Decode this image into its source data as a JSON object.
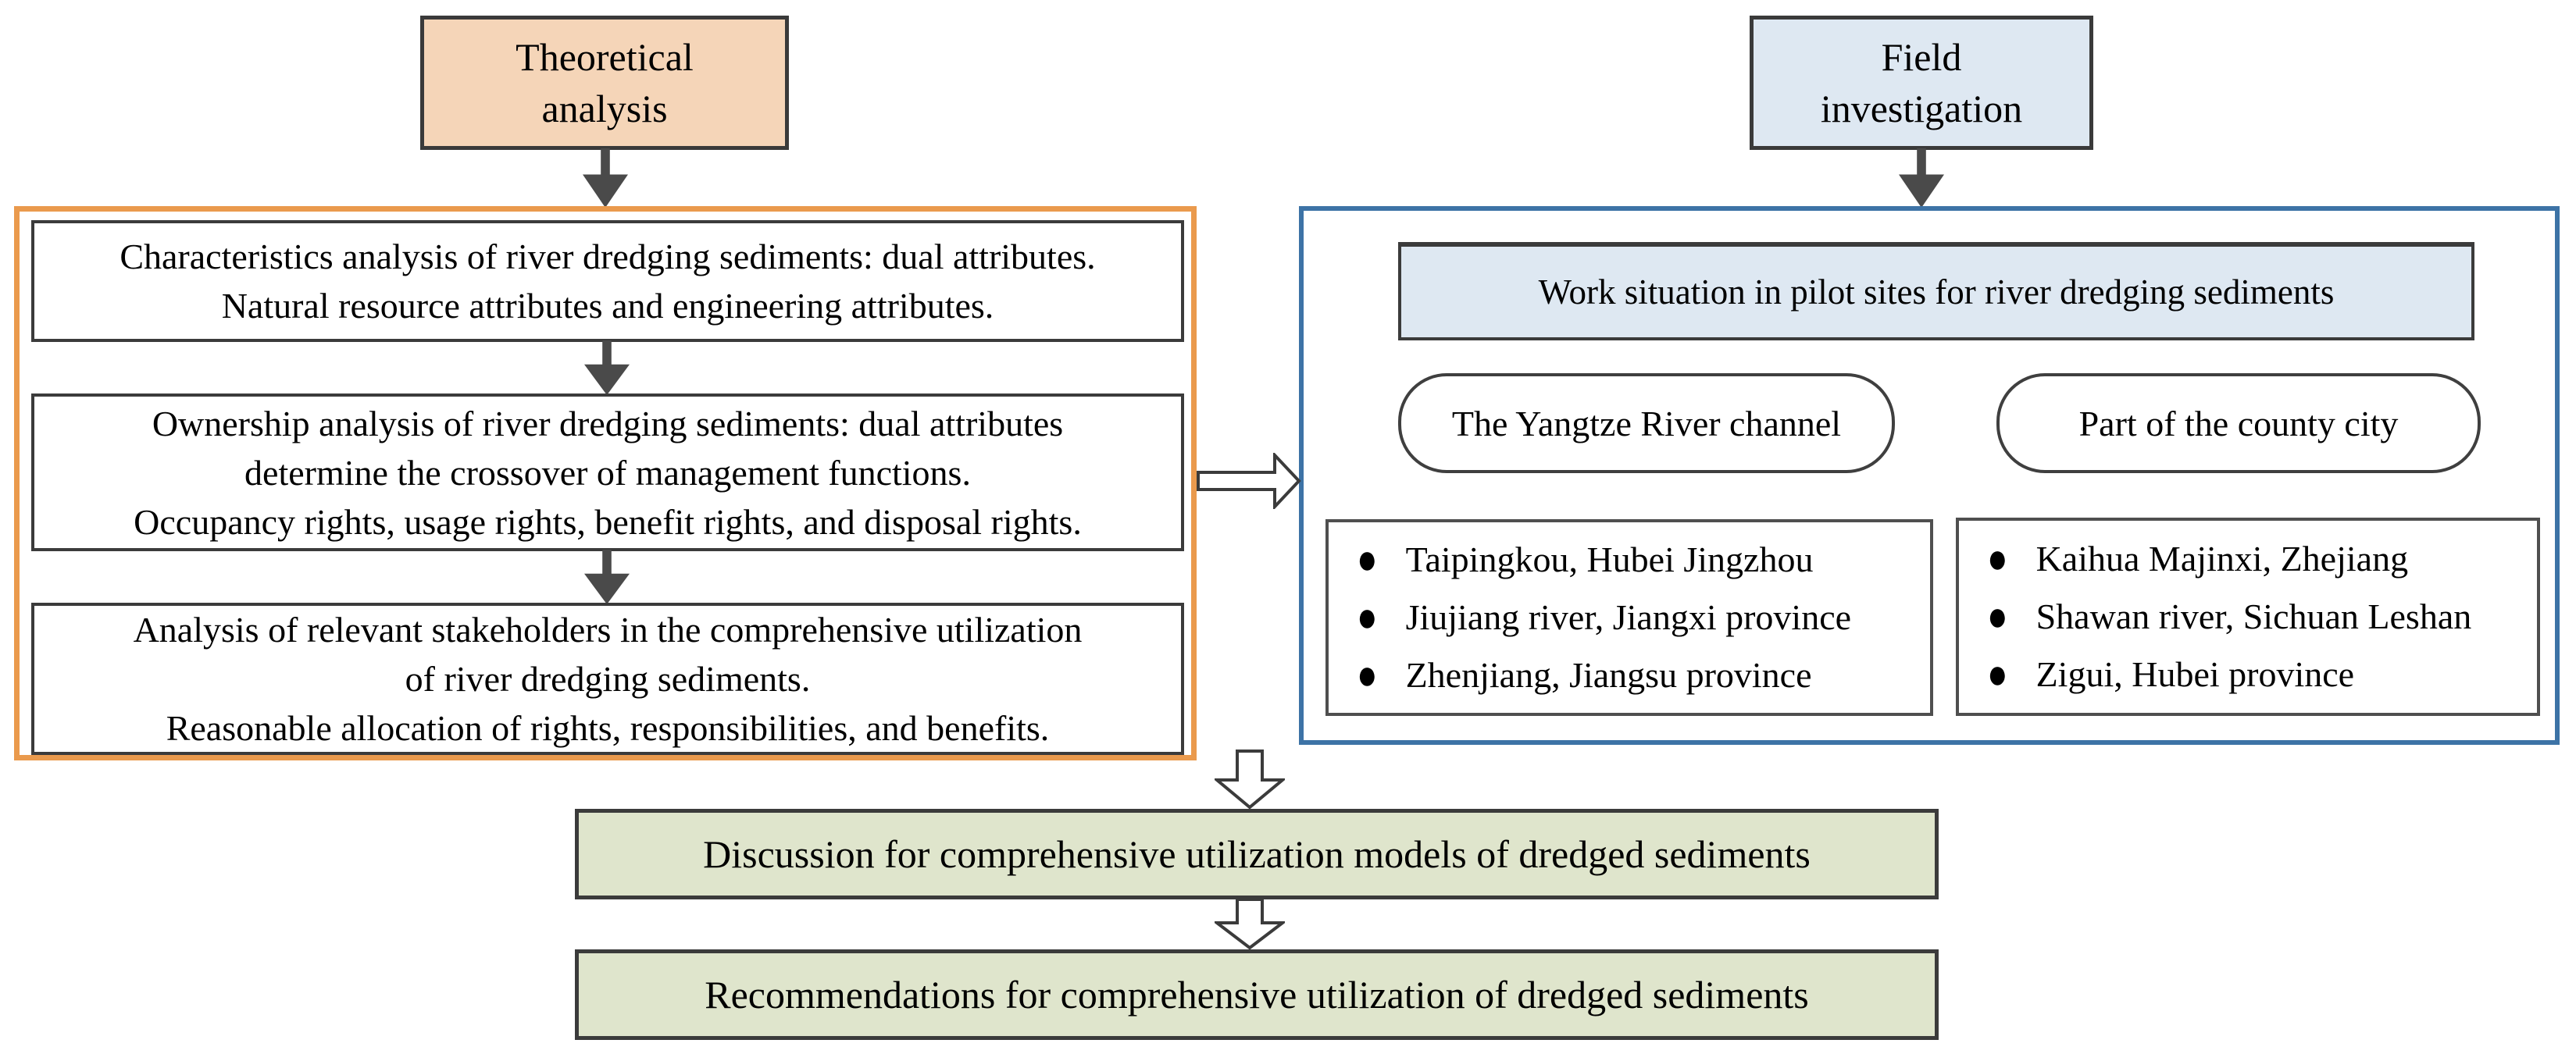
{
  "palette": {
    "peach_fill": "#f5d5b8",
    "light_blue_fill": "#dee8f2",
    "green_fill": "#dfe5cc",
    "orange_border": "#ea9a4d",
    "blue_border": "#3d73a6",
    "box_border": "#3b3b3b",
    "arrow_dark": "#4a4a4a",
    "hollow_arrow_fill": "#ffffff"
  },
  "icons": {
    "bullet": "●"
  },
  "theoretical": {
    "lines": [
      "Theoretical",
      "analysis"
    ]
  },
  "field": {
    "lines": [
      "Field",
      "investigation"
    ]
  },
  "left_column": {
    "boxes": [
      {
        "lines": [
          "Characteristics analysis of river dredging sediments: dual attributes.",
          "Natural resource attributes and engineering attributes."
        ]
      },
      {
        "lines": [
          "Ownership analysis of river dredging sediments: dual attributes",
          "determine the crossover of management functions.",
          "Occupancy rights, usage rights, benefit rights, and disposal rights."
        ]
      },
      {
        "lines": [
          "Analysis of relevant stakeholders in the comprehensive utilization",
          "of river dredging sediments.",
          "Reasonable allocation of rights, responsibilities, and benefits."
        ]
      }
    ]
  },
  "right_column": {
    "header": "Work situation in pilot sites for river dredging sediments",
    "groups": [
      {
        "title": "The Yangtze River  channel",
        "items": [
          "Taipingkou, Hubei Jingzhou",
          "Jiujiang river, Jiangxi province",
          "Zhenjiang, Jiangsu province"
        ]
      },
      {
        "title": "Part of the county city",
        "items": [
          "Kaihua Majinxi, Zhejiang",
          "Shawan river, Sichuan Leshan",
          "Zigui, Hubei province"
        ]
      }
    ]
  },
  "bottom": {
    "discussion": "Discussion for comprehensive utilization models of dredged sediments",
    "recommendations": "Recommendations for  comprehensive utilization of dredged sediments"
  }
}
